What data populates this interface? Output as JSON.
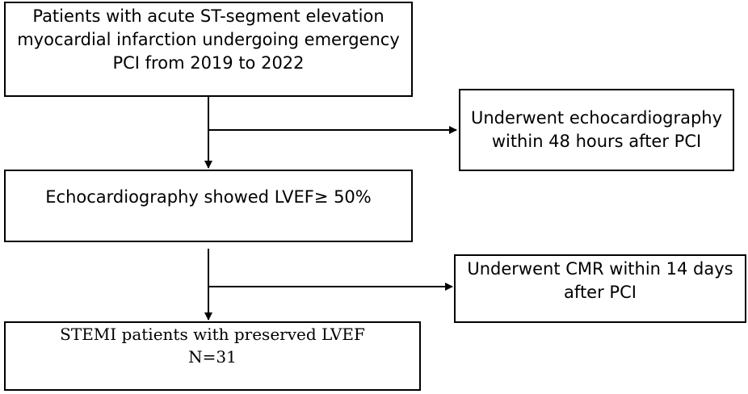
{
  "boxes": {
    "b1": {
      "lines": [
        "Patients with acute ST-segment elevation",
        "myocardial infarction undergoing emergency",
        "PCI from 2019 to 2022"
      ]
    },
    "b2": {
      "lines": [
        "Underwent echocardiography",
        "within 48 hours after PCI"
      ]
    },
    "b3": {
      "lines": [
        "Echocardiography showed LVEF≥ 50%"
      ]
    },
    "b4": {
      "lines": [
        "Underwent CMR within 14 days",
        "after PCI"
      ]
    },
    "b5": {
      "lines": [
        "STEMI patients with preserved LVEF",
        "N=31"
      ]
    }
  },
  "colors": {
    "stroke": "#000000",
    "background": "#ffffff"
  }
}
